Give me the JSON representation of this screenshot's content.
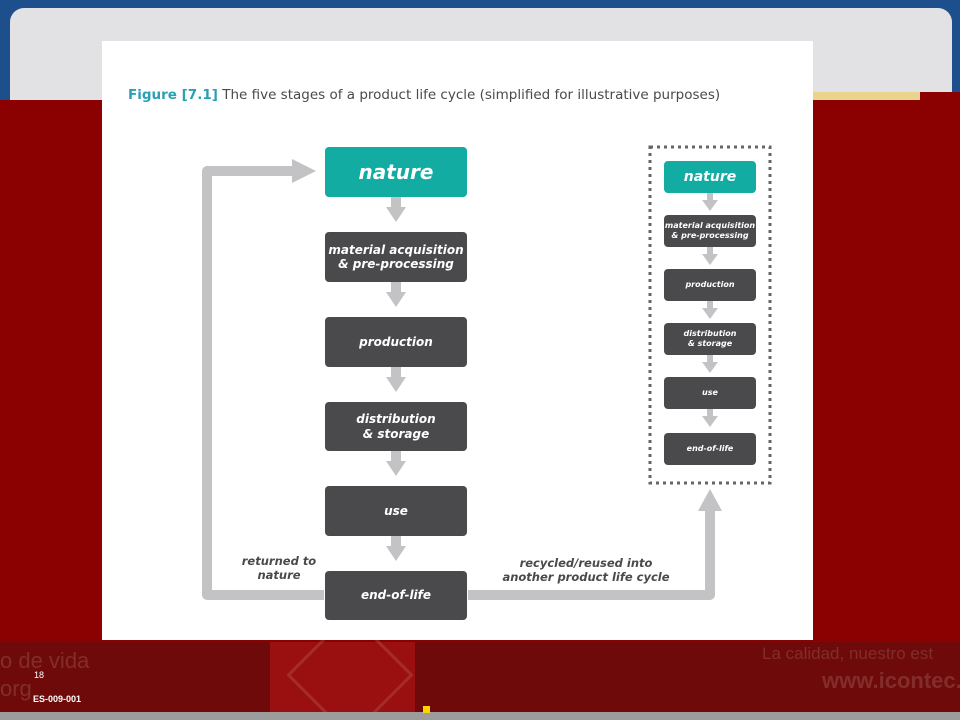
{
  "footer": {
    "slide_number": "18",
    "doc_code": "ES-009-001",
    "ghost_left_1": "o de vida",
    "ghost_left_2": "org",
    "ghost_right_1": "La calidad, nuestro est",
    "ghost_right_2": "www.icontec.o"
  },
  "figure": {
    "caption_label": "Figure [7.1]",
    "caption_text": " The five stages of a product life cycle (simplified for illustrative purposes)",
    "main_stages": [
      "nature",
      "material acquisition\n& pre-processing",
      "production",
      "distribution\n& storage",
      "use",
      "end-of-life"
    ],
    "side_stages": [
      "nature",
      "material acquisition\n& pre-processing",
      "production",
      "distribution\n& storage",
      "use",
      "end-of-life"
    ],
    "returned_label": "returned to\nnature",
    "recycled_label": "recycled/reused into\nanother product life cycle"
  },
  "colors": {
    "teal": "#12aca3",
    "dark_box": "#4a4a4c",
    "arrow_gray": "#c3c3c5",
    "caption_accent": "#2ba0b5",
    "slide_red": "#8b0000",
    "header_blue": "#1c4f8c"
  }
}
